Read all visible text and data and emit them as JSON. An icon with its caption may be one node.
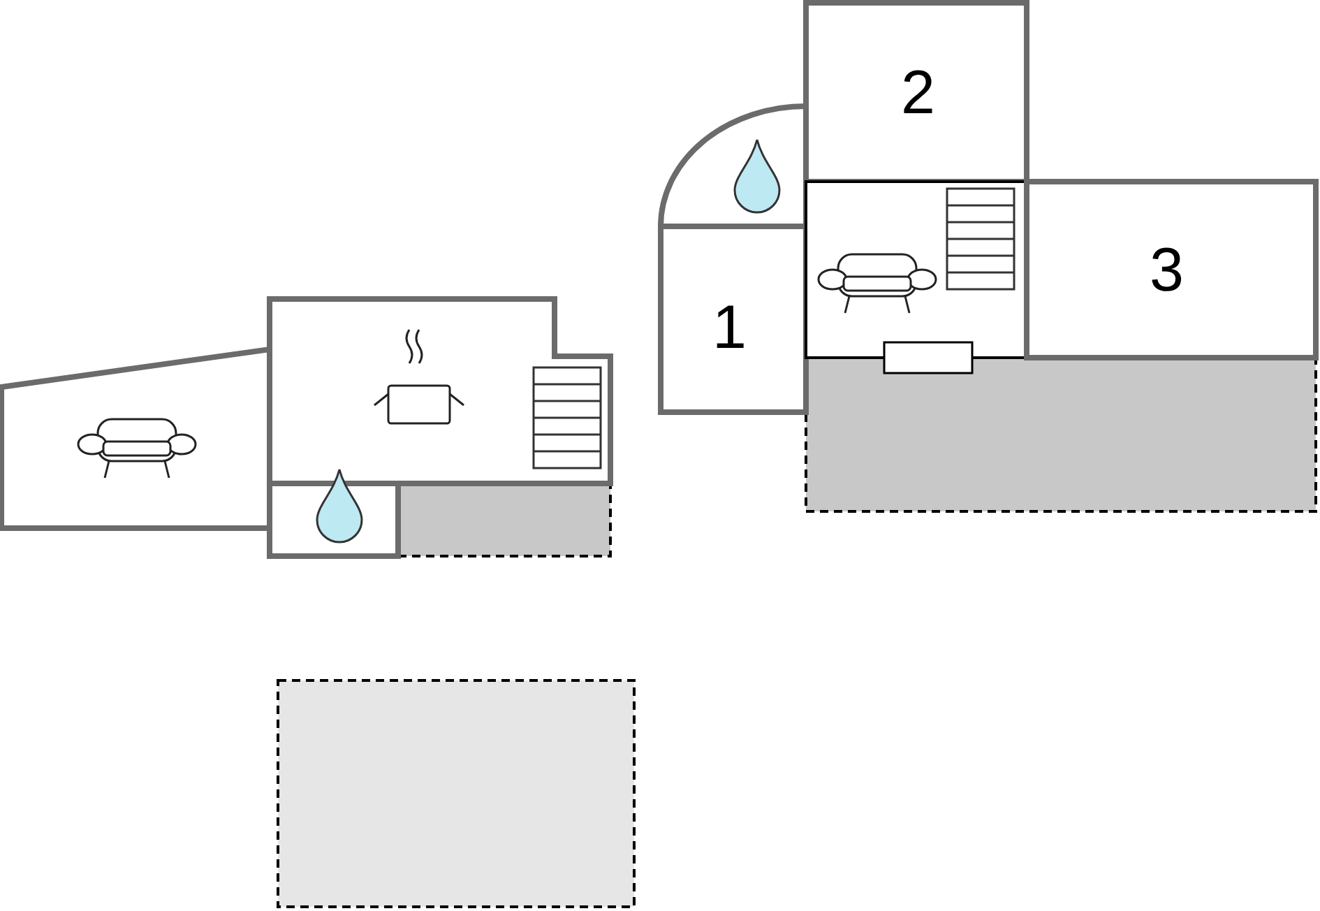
{
  "diagram": {
    "labels": [
      "2",
      "3",
      "1"
    ]
  }
}
